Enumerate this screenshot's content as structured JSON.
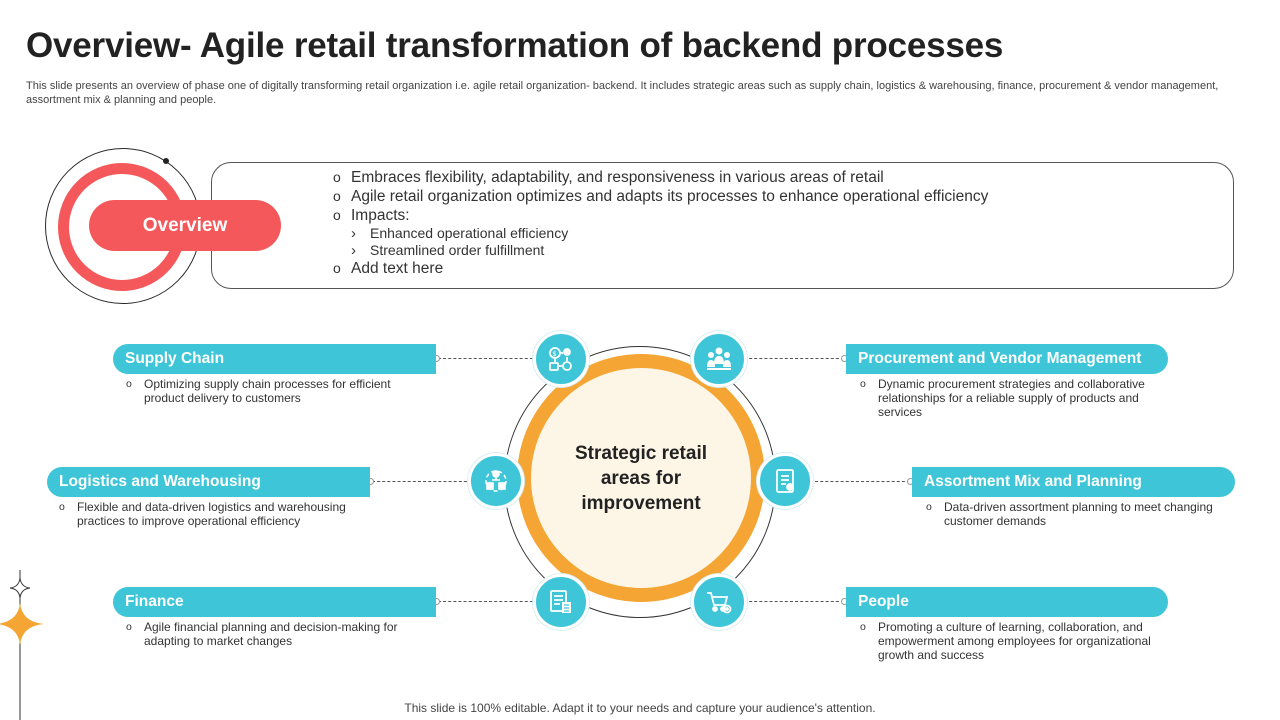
{
  "slide": {
    "title": "Overview- Agile retail transformation of backend processes",
    "subtitle": "This slide presents an overview of phase one of digitally transforming retail organization i.e. agile retail organization- backend. It includes strategic areas such as supply chain, logistics & warehousing, finance, procurement & vendor management, assortment mix & planning and people.",
    "footer": "This slide is 100% editable. Adapt it to your needs and capture your audience's attention."
  },
  "overview": {
    "label": "Overview",
    "points": [
      "Embraces flexibility, adaptability, and responsiveness in various areas of retail",
      "Agile retail organization optimizes and adapts its processes to enhance operational efficiency",
      "Impacts:"
    ],
    "impacts": [
      "Enhanced operational efficiency",
      "Streamlined order fulfillment"
    ],
    "last_point": "Add text here"
  },
  "hub": {
    "text": "Strategic retail areas for improvement"
  },
  "areas": {
    "supply_chain": {
      "title": "Supply Chain",
      "desc": "Optimizing supply chain processes for efficient product delivery to customers",
      "icon": "supply-chain-icon"
    },
    "logistics": {
      "title": "Logistics and Warehousing",
      "desc": "Flexible and data-driven logistics and warehousing practices to improve operational efficiency",
      "icon": "logistics-icon"
    },
    "finance": {
      "title": "Finance",
      "desc": "Agile financial planning and decision-making for adapting to market changes",
      "icon": "finance-icon"
    },
    "procurement": {
      "title": "Procurement and Vendor Management",
      "desc": "Dynamic procurement strategies and collaborative relationships for a reliable supply of products and services",
      "icon": "vendor-group-icon"
    },
    "assortment": {
      "title": "Assortment Mix and Planning",
      "desc": "Data-driven assortment planning to meet changing customer demands",
      "icon": "planning-document-icon"
    },
    "people": {
      "title": "People",
      "desc": "Promoting a culture of learning, collaboration, and empowerment among employees for organizational growth and success",
      "icon": "cart-gear-icon"
    }
  },
  "colors": {
    "accent_red": "#f4585a",
    "accent_teal": "#3ec6d8",
    "accent_orange": "#f5a533"
  }
}
